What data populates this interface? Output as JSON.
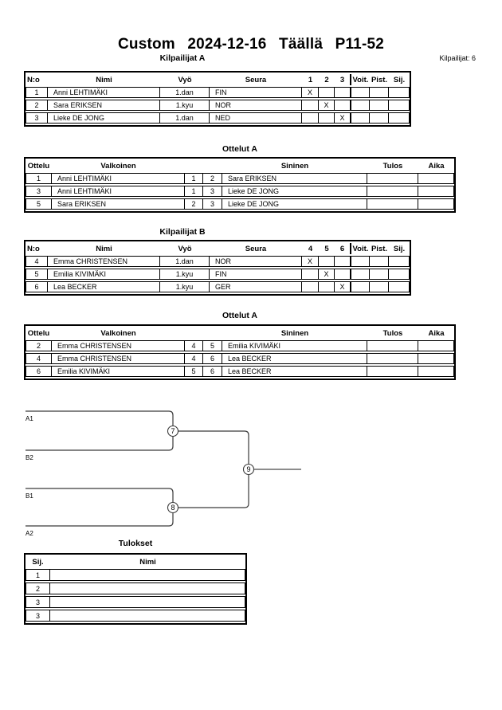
{
  "header": {
    "title": "Custom 2024-12-16 Täällä P11-52",
    "competitors_label": "Kilpailijat: 6"
  },
  "pool_a": {
    "title": "Kilpailijat A",
    "headers": [
      "N:o",
      "Nimi",
      "Vyö",
      "Seura",
      "1",
      "2",
      "3",
      "Voit.",
      "Pist.",
      "Sij."
    ],
    "rows": [
      {
        "no": "1",
        "name": "Anni LEHTIMÄKI",
        "belt": "1.dan",
        "club": "FIN",
        "m1": "X",
        "m2": "",
        "m3": "",
        "wins": "",
        "points": "",
        "place": ""
      },
      {
        "no": "2",
        "name": "Sara ERIKSEN",
        "belt": "1.kyu",
        "club": "NOR",
        "m1": "",
        "m2": "X",
        "m3": "",
        "wins": "",
        "points": "",
        "place": ""
      },
      {
        "no": "3",
        "name": "Lieke DE JONG",
        "belt": "1.dan",
        "club": "NED",
        "m1": "",
        "m2": "",
        "m3": "X",
        "wins": "",
        "points": "",
        "place": ""
      }
    ]
  },
  "matches_a": {
    "title": "Ottelut A",
    "headers": [
      "Ottelu",
      "Valkoinen",
      "Sininen",
      "Tulos",
      "Aika"
    ],
    "rows": [
      {
        "no": "1",
        "white": "Anni LEHTIMÄKI",
        "white_no": "1",
        "blue_no": "2",
        "blue": "Sara ERIKSEN",
        "result": "",
        "time": ""
      },
      {
        "no": "3",
        "white": "Anni LEHTIMÄKI",
        "white_no": "1",
        "blue_no": "3",
        "blue": "Lieke DE JONG",
        "result": "",
        "time": ""
      },
      {
        "no": "5",
        "white": "Sara ERIKSEN",
        "white_no": "2",
        "blue_no": "3",
        "blue": "Lieke DE JONG",
        "result": "",
        "time": ""
      }
    ]
  },
  "pool_b": {
    "title": "Kilpailijat B",
    "headers": [
      "N:o",
      "Nimi",
      "Vyö",
      "Seura",
      "4",
      "5",
      "6",
      "Voit.",
      "Pist.",
      "Sij."
    ],
    "rows": [
      {
        "no": "4",
        "name": "Emma CHRISTENSEN",
        "belt": "1.dan",
        "club": "NOR",
        "m1": "X",
        "m2": "",
        "m3": "",
        "wins": "",
        "points": "",
        "place": ""
      },
      {
        "no": "5",
        "name": "Emilia KIVIMÄKI",
        "belt": "1.kyu",
        "club": "FIN",
        "m1": "",
        "m2": "X",
        "m3": "",
        "wins": "",
        "points": "",
        "place": ""
      },
      {
        "no": "6",
        "name": "Lea BECKER",
        "belt": "1.kyu",
        "club": "GER",
        "m1": "",
        "m2": "",
        "m3": "X",
        "wins": "",
        "points": "",
        "place": ""
      }
    ]
  },
  "matches_b": {
    "title": "Ottelut A",
    "headers": [
      "Ottelu",
      "Valkoinen",
      "Sininen",
      "Tulos",
      "Aika"
    ],
    "rows": [
      {
        "no": "2",
        "white": "Emma CHRISTENSEN",
        "white_no": "4",
        "blue_no": "5",
        "blue": "Emilia KIVIMÄKI",
        "result": "",
        "time": ""
      },
      {
        "no": "4",
        "white": "Emma CHRISTENSEN",
        "white_no": "4",
        "blue_no": "6",
        "blue": "Lea BECKER",
        "result": "",
        "time": ""
      },
      {
        "no": "6",
        "white": "Emilia KIVIMÄKI",
        "white_no": "5",
        "blue_no": "6",
        "blue": "Lea BECKER",
        "result": "",
        "time": ""
      }
    ]
  },
  "bracket": {
    "slots": [
      "A1",
      "B2",
      "B1",
      "A2"
    ],
    "matches": [
      "7",
      "8",
      "9"
    ]
  },
  "results": {
    "title": "Tulokset",
    "headers": [
      "Sij.",
      "Nimi"
    ],
    "rows": [
      {
        "place": "1",
        "name": ""
      },
      {
        "place": "2",
        "name": ""
      },
      {
        "place": "3",
        "name": ""
      },
      {
        "place": "3",
        "name": ""
      }
    ]
  }
}
